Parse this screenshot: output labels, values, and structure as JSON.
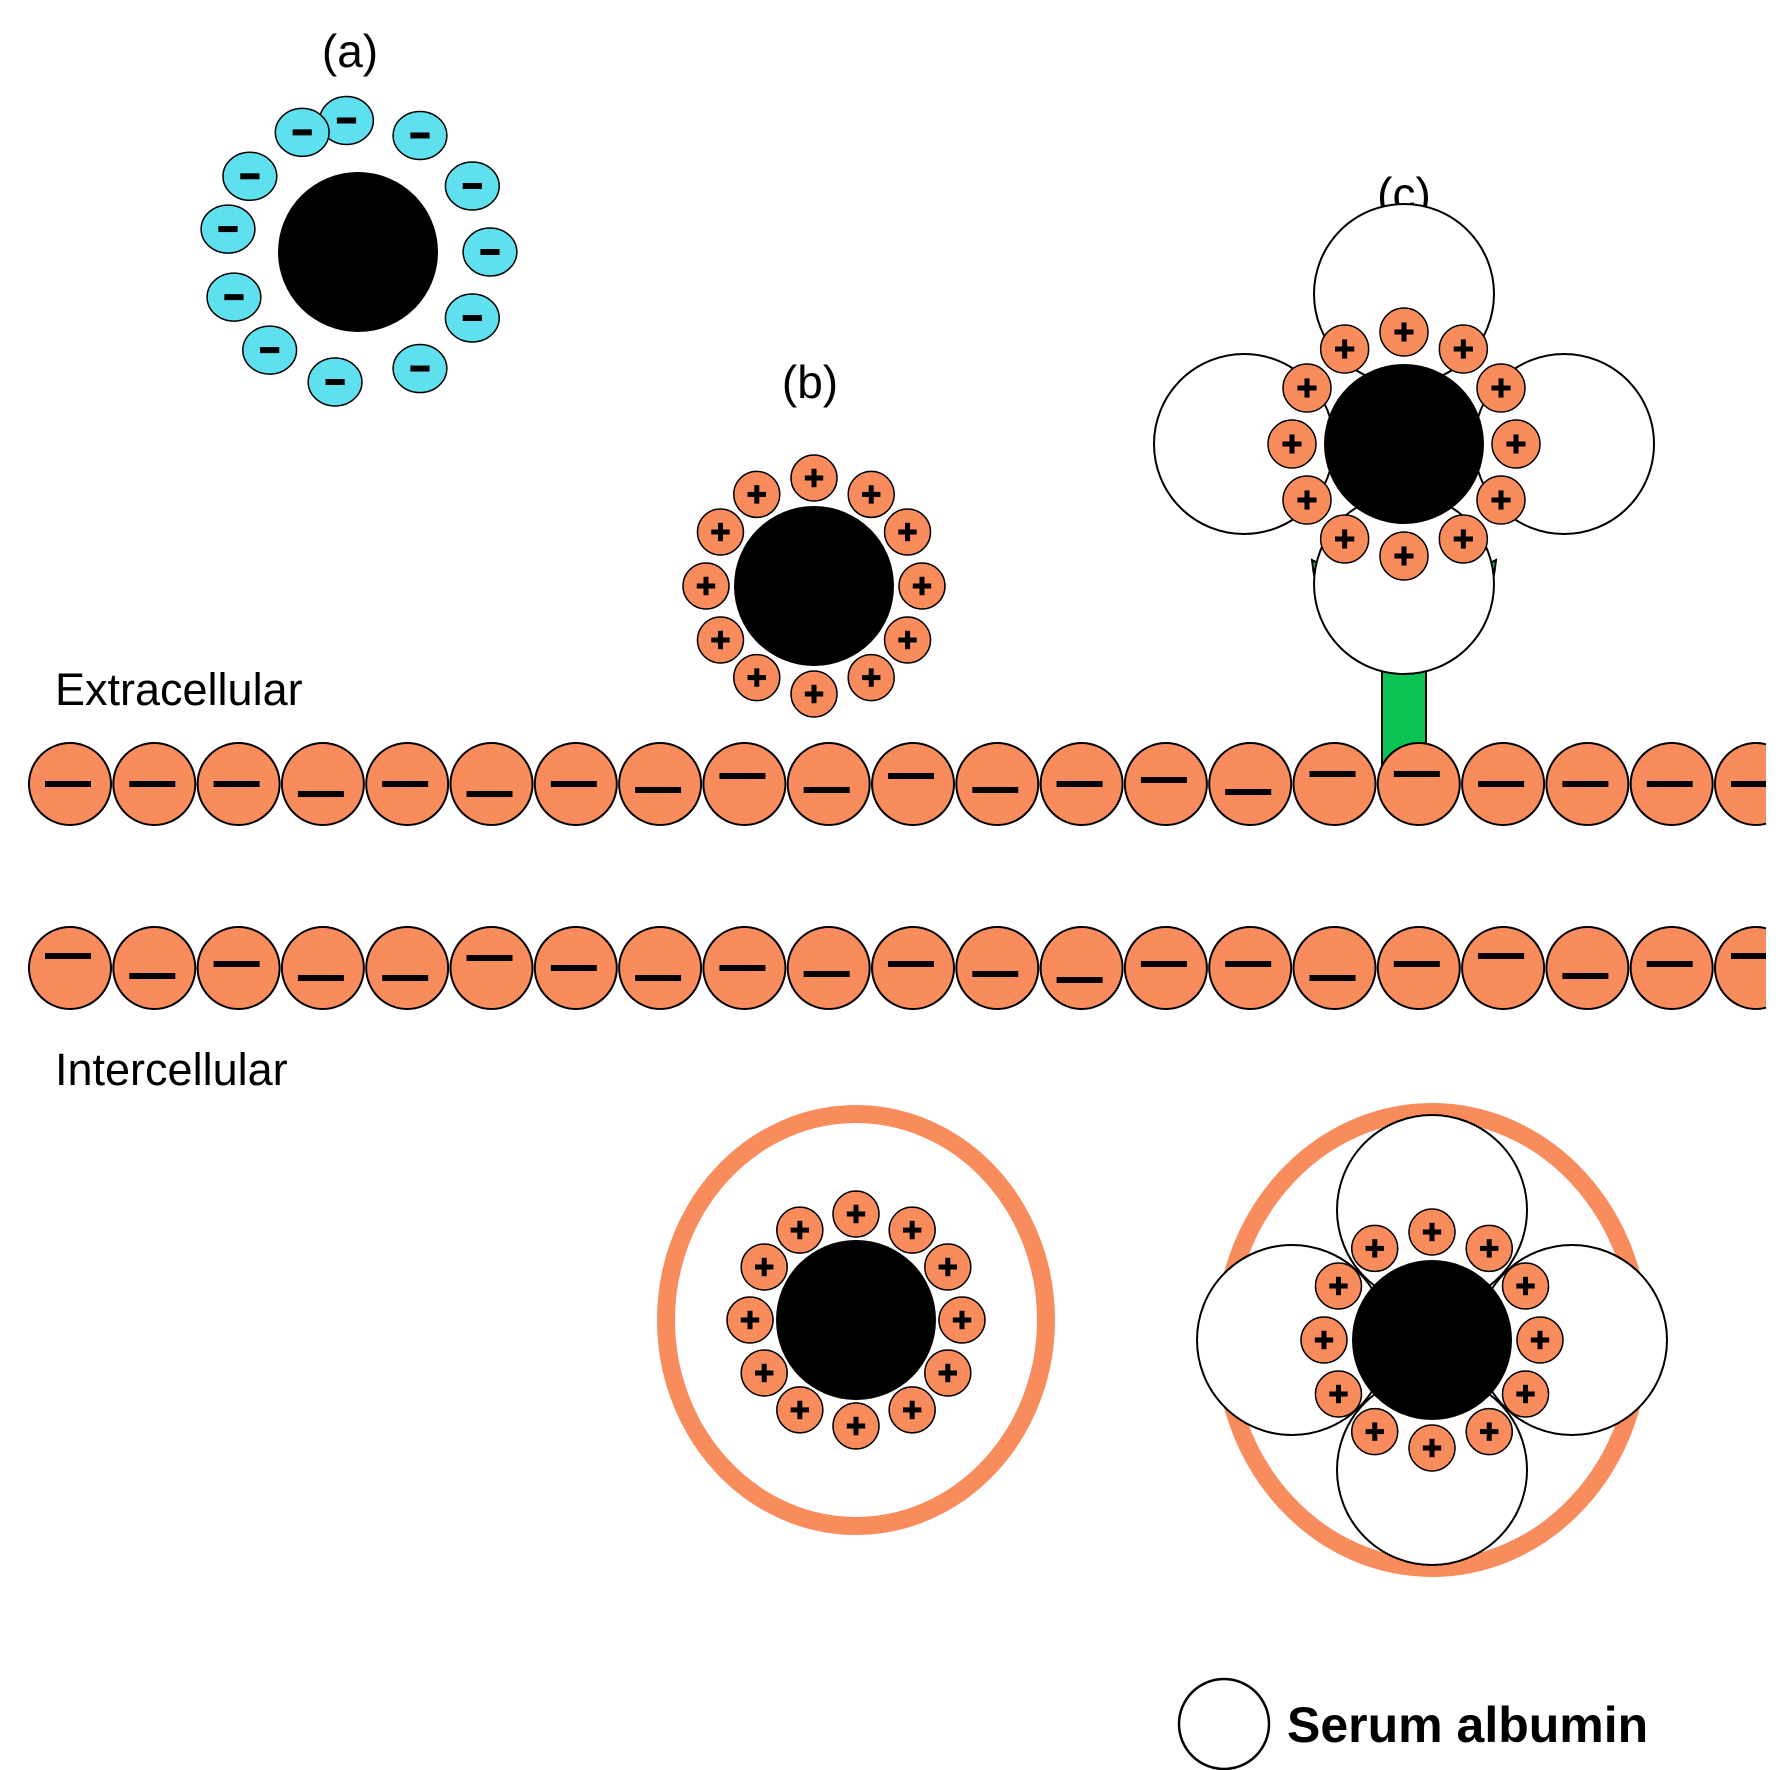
{
  "panels": {
    "a": "(a)",
    "b": "(b)",
    "c": "(c)"
  },
  "regions": {
    "extracellular": "Extracellular",
    "intercellular": "Intercellular"
  },
  "legend": {
    "label": "Serum albumin",
    "symbol": "white circle"
  },
  "colors": {
    "negative_ligand": "#5ee0ee",
    "positive_ligand": "#f98c5c",
    "membrane_lipid": "#f98c5c",
    "receptor": "#0bc454",
    "nanoparticle_core": "#000000",
    "vesicle_ring": "#f98c5c"
  },
  "charges": {
    "negative": "−",
    "positive": "+"
  }
}
